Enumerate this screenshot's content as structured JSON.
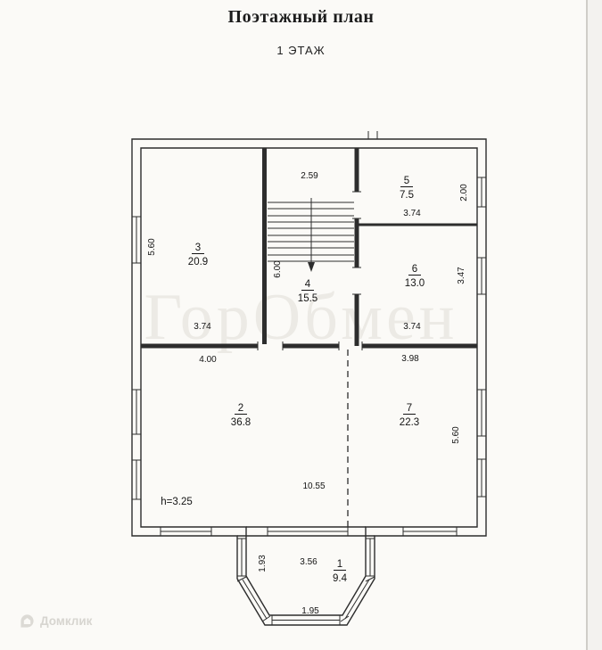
{
  "header": {
    "title": "Поэтажный план",
    "subtitle": "1 ЭТАЖ"
  },
  "watermarks": {
    "center": "ГорОбмен",
    "brand": "Домклик"
  },
  "plan": {
    "height_note": "h=3.25",
    "rooms": [
      {
        "number": "1",
        "area": "9.4"
      },
      {
        "number": "2",
        "area": "36.8"
      },
      {
        "number": "3",
        "area": "20.9"
      },
      {
        "number": "4",
        "area": "15.5"
      },
      {
        "number": "5",
        "area": "7.5"
      },
      {
        "number": "6",
        "area": "13.0"
      },
      {
        "number": "7",
        "area": "22.3"
      }
    ],
    "dimensions": {
      "stair_width": "2.59",
      "room3_depth": "5.60",
      "room3_width": "3.74",
      "stair_depth": "6.00",
      "room5_width": "3.74",
      "room5_depth": "2.00",
      "room6_depth": "3.47",
      "room6_width": "3.74",
      "room2_width": "4.00",
      "room7_width": "3.98",
      "room7_depth": "5.60",
      "total_width": "10.55",
      "bay_side": "1.93",
      "bay_width": "3.56",
      "bay_front": "1.95"
    }
  }
}
